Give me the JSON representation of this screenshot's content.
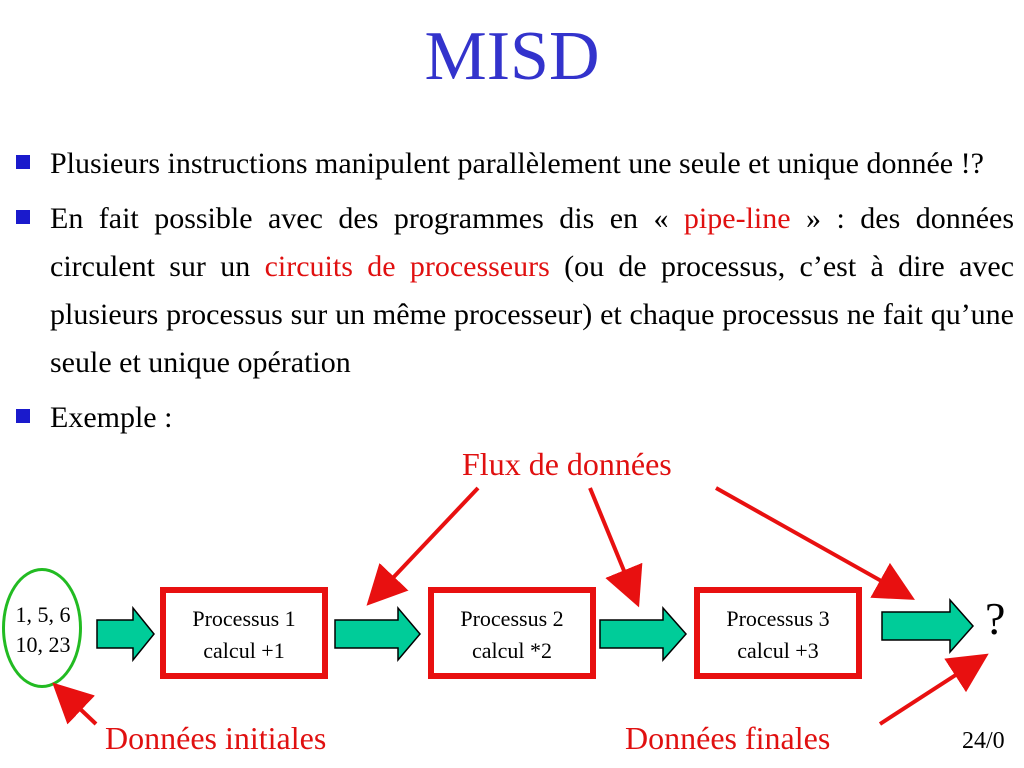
{
  "slide": {
    "title": "MISD",
    "bullets": [
      {
        "segments": [
          {
            "text": " Plusieurs instructions manipulent parallèlement une seule et unique donnée !?",
            "color": "#000000"
          }
        ]
      },
      {
        "segments": [
          {
            "text": " En fait possible avec des programmes dis en « ",
            "color": "#000000"
          },
          {
            "text": "pipe-line",
            "color": "#e01010"
          },
          {
            "text": " » : des données circulent sur un ",
            "color": "#000000"
          },
          {
            "text": "circuits de processeurs",
            "color": "#e01010"
          },
          {
            "text": " (ou de processus, c’est à dire avec plusieurs processus sur un même processeur) et chaque processus ne fait qu’une seule et unique opération",
            "color": "#000000"
          }
        ]
      },
      {
        "segments": [
          {
            "text": " Exemple :",
            "color": "#000000"
          }
        ]
      }
    ],
    "page_number": "24/0"
  },
  "diagram": {
    "flux_label": "Flux de données",
    "initial_data": {
      "line1": "1, 5, 6",
      "line2": "10, 23"
    },
    "processes": [
      {
        "name": "Processus 1",
        "operation": "calcul +1"
      },
      {
        "name": "Processus 2",
        "operation": "calcul *2"
      },
      {
        "name": "Processus 3",
        "operation": "calcul +3"
      }
    ],
    "result": "?",
    "label_initial": "Données initiales",
    "label_final": "Données finales",
    "colors": {
      "title": "#3333cc",
      "bullet": "#1a1acc",
      "accent_red": "#e01010",
      "process_border": "#e81010",
      "flow_arrow_fill": "#00cc99",
      "circle": "#22bb22"
    },
    "icons": [
      "bullet-square-icon",
      "flow-arrow-icon",
      "pointer-arrow-icon"
    ]
  }
}
